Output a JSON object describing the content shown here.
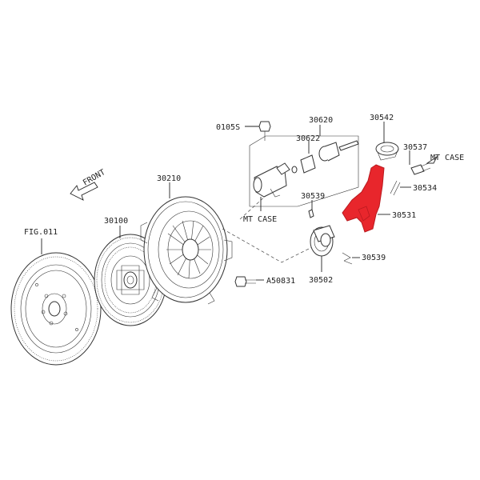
{
  "diagram": {
    "front_label": "FRONT",
    "mt_case_label": "MT CASE",
    "highlight_color": "#e8262c",
    "part_labels": {
      "fig011": "FIG.011",
      "p30100": "30100",
      "p30210": "30210",
      "p0105s": "0105S",
      "p30620": "30620",
      "p30622": "30622",
      "p30539_top": "30539",
      "p30542": "30542",
      "p30537": "30537",
      "p30534": "30534",
      "p30531": "30531",
      "p30539_bottom": "30539",
      "p30502": "30502",
      "pA50831": "A50831",
      "mt_case_upper": "MT CASE",
      "mt_case_lower": "MT CASE"
    }
  }
}
